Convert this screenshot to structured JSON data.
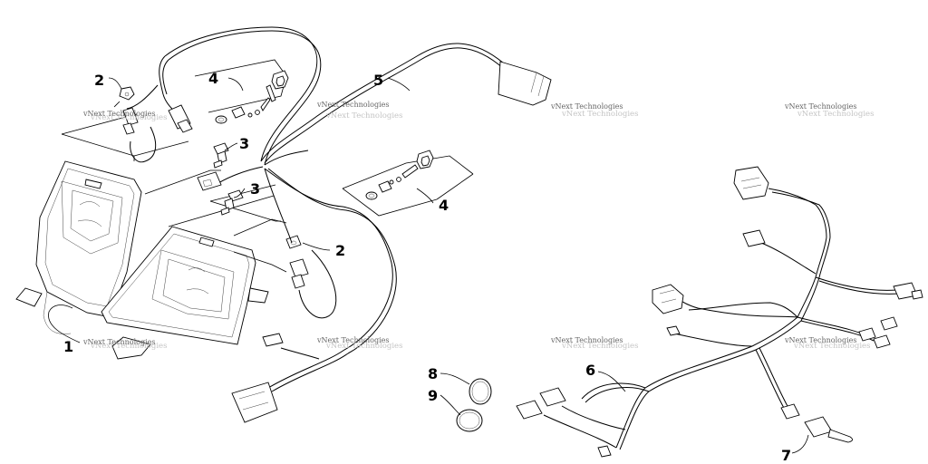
{
  "callouts": {
    "c1": "1",
    "c2a": "2",
    "c2b": "2",
    "c3a": "3",
    "c3b": "3",
    "c4a": "4",
    "c4b": "4",
    "c5": "5",
    "c6": "6",
    "c7": "7",
    "c8": "8",
    "c9": "9"
  },
  "watermark": {
    "text": "vNext Technologies"
  }
}
